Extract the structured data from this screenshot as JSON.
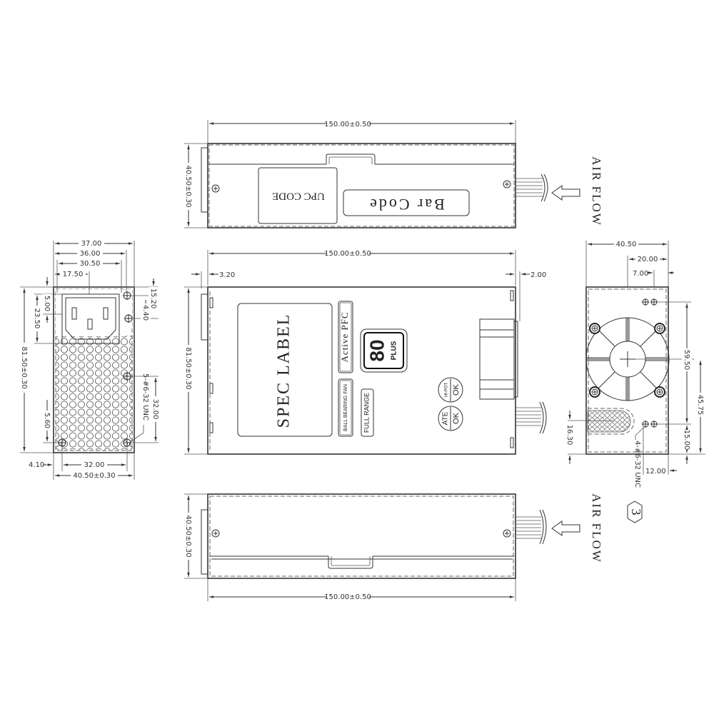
{
  "top_view": {
    "width_dim": "150.00±0.50",
    "height_dim": "40.50±0.30",
    "upc_label": "UPC CODE",
    "barcode_label": "Bar Code",
    "airflow_label": "AIR FLOW"
  },
  "front_view": {
    "dims": {
      "d37": "37.00",
      "d36": "36.00",
      "d30_5": "30.50",
      "d17_5": "17.50",
      "d5": "5.00",
      "d23_5": "23.50",
      "d15_2": "15.20",
      "d4_4": "4.40",
      "height": "81.50±0.30",
      "d5_6": "5.60",
      "d32_v": "32.00",
      "screw_note": "5-#6-32 UNC",
      "d4_1": "4.10",
      "d32_h": "32.00",
      "width": "40.50±0.30"
    }
  },
  "side_view": {
    "width_dim": "150.00±0.50",
    "left_offset": "3.20",
    "right_offset": "2.00",
    "height_dim": "81.50±0.30",
    "spec_label": "SPEC LABEL",
    "active_pfc": "Active PFC",
    "eighty_plus_num": "80",
    "eighty_plus_text": "PLUS",
    "ball_bearing": "BALL BEARING FAN",
    "full_range": "FULL RANGE",
    "hipot_top": "HI-POT",
    "hipot_bottom": "OK",
    "ate_top": "ATE",
    "ate_bottom": "OK"
  },
  "rear_view": {
    "dims": {
      "width": "40.50",
      "d20": "20.00",
      "d7": "7.00",
      "d59_5": "59.50",
      "d45_75": "45.75",
      "d16_3": "16.30",
      "d15": "15.00",
      "d12": "12.00",
      "screw_note": "4-#6-32 UNC"
    },
    "callout": "3"
  },
  "bottom_view": {
    "width_dim": "150.00±0.50",
    "height_dim": "40.50±0.30",
    "airflow_label": "AIR FLOW"
  }
}
